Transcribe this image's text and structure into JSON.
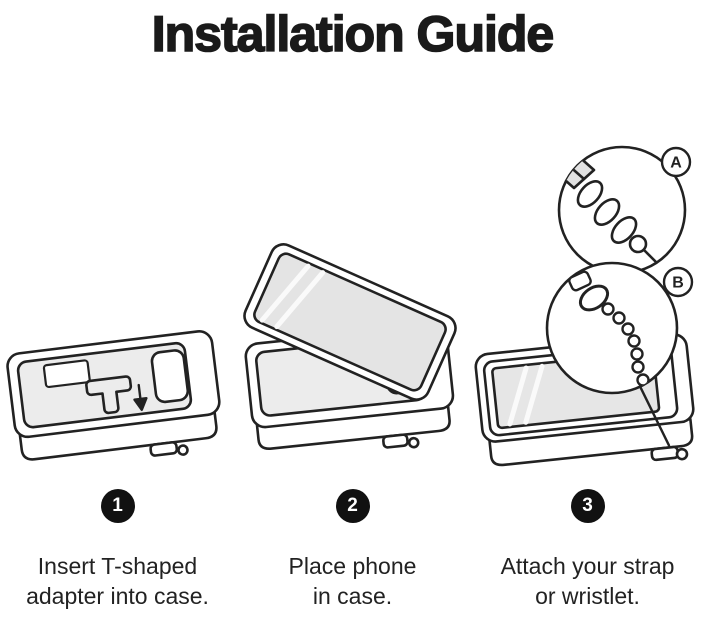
{
  "title": "Installation Guide",
  "steps": [
    {
      "number": "1",
      "caption": "Insert T-shaped\nadapter into case."
    },
    {
      "number": "2",
      "caption": "Place phone\nin case."
    },
    {
      "number": "3",
      "caption": "Attach your strap\nor wristlet."
    }
  ],
  "callouts": {
    "a": "A",
    "b": "B"
  },
  "colors": {
    "ink": "#222222",
    "fill_light": "#ececec",
    "screen_fill": "#e4e4e4",
    "badge": "#111111",
    "background": "#ffffff"
  }
}
